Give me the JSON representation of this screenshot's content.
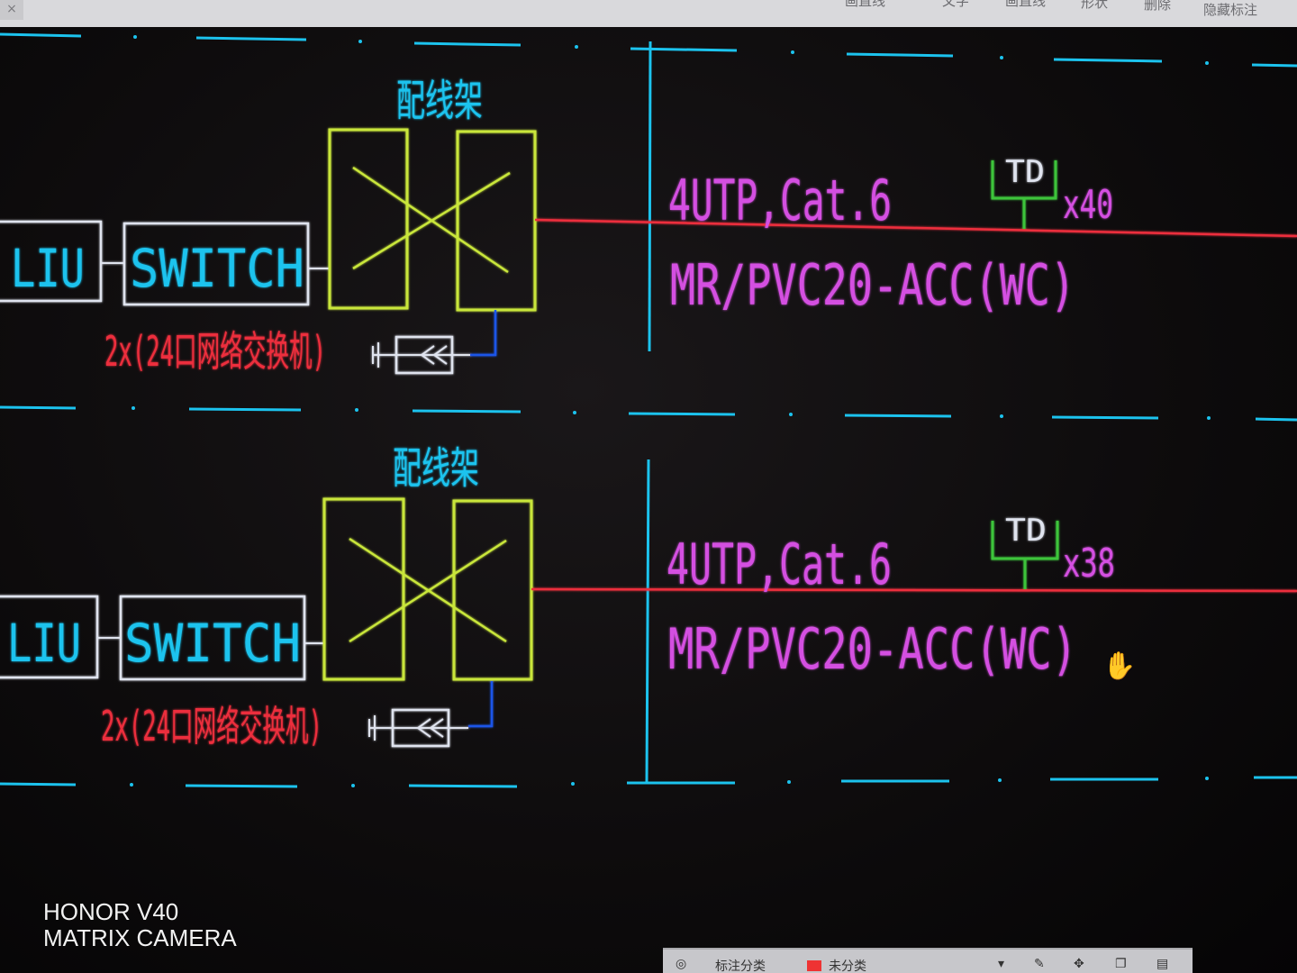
{
  "toolbar": {
    "items": [
      "画直线",
      "文字",
      "画直线",
      "形状",
      "删除",
      "隐藏标注"
    ],
    "close_glyph": "×"
  },
  "diagram": {
    "sections": [
      {
        "patch_panel_label": "配线架",
        "liu_label": "LIU",
        "switch_label": "SWITCH",
        "switch_note": "2x(24口网络交换机)",
        "cable_spec": "4UTP,Cat.6",
        "conduit_spec": "MR/PVC20-ACC(WC)",
        "outlet_label": "TD",
        "outlet_count": "x40"
      },
      {
        "patch_panel_label": "配线架",
        "liu_label": "LIU",
        "switch_label": "SWITCH",
        "switch_note": "2x(24口网络交换机)",
        "cable_spec": "4UTP,Cat.6",
        "conduit_spec": "MR/PVC20-ACC(WC)",
        "outlet_label": "TD",
        "outlet_count": "x38"
      }
    ],
    "colors": {
      "cyan": "#1cc3ee",
      "magenta": "#d44fe1",
      "red": "#ec2f3c",
      "yellow_green": "#c9e63a",
      "green": "#3ec43a",
      "white": "#dfe3ee",
      "blue": "#1b55e8"
    }
  },
  "watermark": {
    "line1": "HONOR V40",
    "line2": "MATRIX CAMERA"
  },
  "bottom_panel": {
    "label1": "标注分类",
    "label2": "未分类"
  }
}
